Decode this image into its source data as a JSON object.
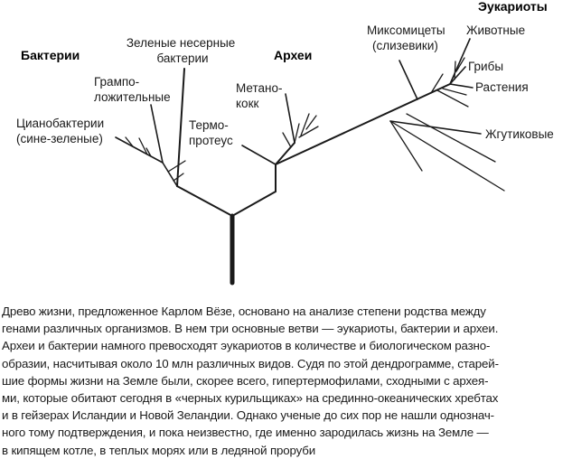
{
  "groups": {
    "bacteria": "Бактерии",
    "archaea": "Археи",
    "eukaryotes": "Эукариоты"
  },
  "taxa": {
    "green_nonsulfur": [
      "Зеленые несерные",
      "бактерии"
    ],
    "gram_positive": [
      "Грамположительные"
    ],
    "cyanobacteria": [
      "Цианобактерии",
      "(сине-зеленые)"
    ],
    "methanococcus": [
      "Метанококк"
    ],
    "thermoproteus": [
      "Термопротеус"
    ],
    "slime_molds": [
      "Миксомицеты",
      "(слизевики)"
    ],
    "animals": "Животные",
    "fungi": "Грибы",
    "plants": "Растения",
    "flagellates": "Жгутиковые"
  },
  "caption": [
    "Древо жизни, предложенное Карлом Вёзе, основано на анализе степени родства между",
    "генами различных организмов. В нем три основные ветви — эукариоты, бактерии и археи.",
    "Археи и бактерии намного превосходят эукариотов в количестве и биологическом разно-",
    "образии, насчитывая около 10 млн различных видов. Судя по этой дендрограмме, старей-",
    "шие формы жизни на Земле были, скорее всего, гипертермофилами, сходными с архея-",
    "ми, которые обитают сегодня в «черных курильщиках» на срединно-океанических хребтах",
    "и в гейзерах Исландии и Новой Зеландии. Однако ученые до сих пор не нашли однознач-",
    "ного тому подтверждения, и пока неизвестно, где именно зародилась жизнь на Земле —",
    "в кипящем котле, в теплых морях или в ледяной проруби"
  ]
}
